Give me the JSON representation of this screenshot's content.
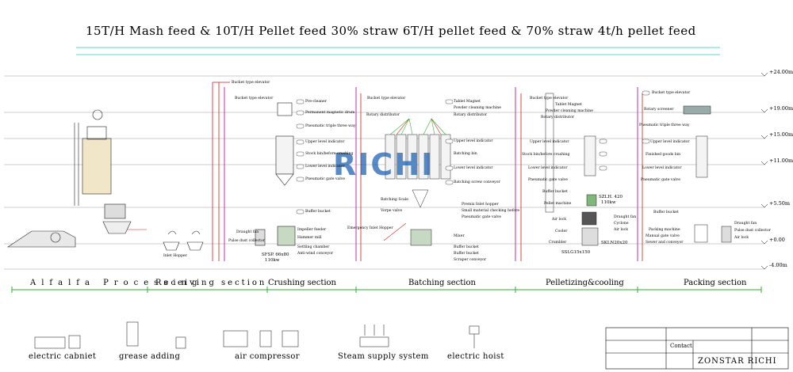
{
  "title": "15T/H Mash feed & 10T/H Pellet feed  30% straw 6T/H pellet feed & 70% straw 4t/h pellet feed",
  "levels": [
    "+24.00m",
    "+19.00m",
    "+15.00m",
    "+11.00m",
    "+5.50m",
    "+0.00",
    "-4.00m"
  ],
  "sections": {
    "alfalfa": "Alfalfa Processing",
    "receiving": "Receiving section",
    "crushing": "Crushing section",
    "batching": "Batching section",
    "pelletizing": "Pelletizing&cooling",
    "packing": "Packing section"
  },
  "labels": {
    "inlet_hopper": "Inlet Hopper",
    "bucket_elevator": "Bucket type elevator",
    "pre_cleaner": "Pre-cleaner",
    "permanent_magnetic_drum": "Permanent magnetic drum",
    "pneumatic_three_way": "Pneumatic triple three way",
    "upper_level": "Upper level indicator",
    "stock_bin": "Stock bin/before crushing",
    "lower_level": "Lower level indicator",
    "pneumatic_gate": "Pneumatic gate valve",
    "buffer_bucket": "Buffer bucket",
    "impeller_feeder": "Impeller feeder",
    "hammer_mill": "Hammer mill",
    "settling_chamber": "Settling chamber",
    "anti_wind_conveyor": "Anti-wind conveyor",
    "draught_fan": "Draught fan",
    "pulse_dust_collector": "Pulse dust collector",
    "hammer_mill_model": "SFSP. 66x80",
    "hammer_mill_power": "110kw",
    "emergency_hopper": "Emergency Inlet Hopper",
    "tablet_magnet": "Tablet Magnet",
    "powder_cleaning": "Powder cleaning machine",
    "rotary_distributor": "Rotary distributor",
    "batching_bin": "Batching bin",
    "batching_screw": "Batching screw conveyor",
    "batching_scale": "Batching Scale",
    "vorpe_valve": "Vorpe valve",
    "premix_hopper": "Premix Inlet hopper",
    "small_checking": "Small material checking before",
    "mixer": "Mixer",
    "buffer_bucket2": "Buffer bucket",
    "scraper_conveyor": "Scraper conveyor",
    "pellet_machine": "Pellet machine",
    "pellet_model": "SZLH. 420",
    "pellet_power": "110kw",
    "air_lock": "Air lock",
    "cooler": "Cooler",
    "crumbler": "Crumbler",
    "cyclone": "Cyclone",
    "cooler_model": "SKLN20x20",
    "crumbler_model": "SSLG15x150",
    "rotary_screener": "Rotary screener",
    "finished_goods_bin": "Finished goods bin",
    "packing_machine": "Packing machine",
    "manual_gate": "Manual gate valve",
    "sewer_conveyor": "Sewer and conveyor",
    "rotary_distr": "Rotary distributor"
  },
  "legend": [
    {
      "id": "electric-cabinet",
      "label": "electric cabniet"
    },
    {
      "id": "grease-adding",
      "label": "grease adding"
    },
    {
      "id": "air-compressor",
      "label": "air compressor"
    },
    {
      "id": "steam-supply",
      "label": "Steam supply system"
    },
    {
      "id": "electric-hoist",
      "label": "electric hoist"
    }
  ],
  "title_block": {
    "contact_label": "Contact",
    "company": "ZONSTAR RICHI"
  },
  "watermark": "RICHI",
  "colors": {
    "floor_line": "#8c8c8c",
    "cyan_line": "#62d4cf",
    "green_line": "#2fb02f",
    "red_line": "#d11e1e",
    "magenta_line": "#c02fb0",
    "watermark_blue": "#1f64b4",
    "watermark_green": "#3aa83a"
  }
}
